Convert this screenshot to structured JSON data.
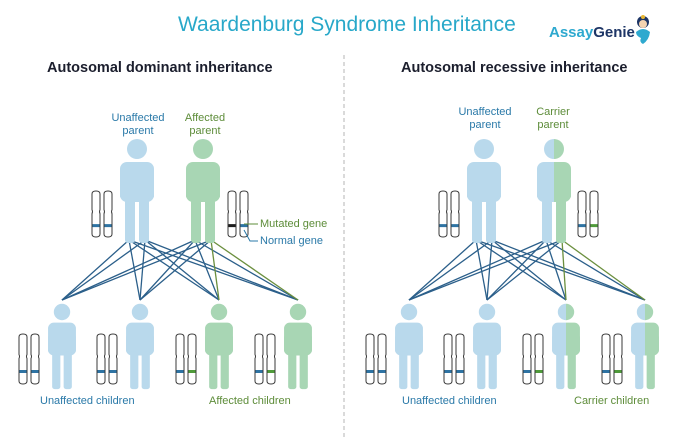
{
  "title": "Waardenburg Syndrome Inheritance",
  "logo": {
    "part1": "Assay",
    "part2": "Genie"
  },
  "dominant": {
    "heading": "Autosomal dominant inheritance",
    "parent_left_label": [
      "Unaffected",
      "parent"
    ],
    "parent_right_label": [
      "Affected",
      "parent"
    ],
    "legend_mutated": "Mutated gene",
    "legend_normal": "Normal gene",
    "children_left_label": "Unaffected children",
    "children_right_label": "Affected children"
  },
  "recessive": {
    "heading": "Autosomal recessive inheritance",
    "parent_left_label": [
      "Unaffected",
      "parent"
    ],
    "parent_right_label": [
      "Carrier",
      "parent"
    ],
    "children_left_label": "Unaffected children",
    "children_right_label": "Carrier children"
  },
  "colors": {
    "title": "#28a8c9",
    "unaffected_body": "#b9d9ec",
    "affected_body": "#a8d6b4",
    "blue_line": "#2b5f8a",
    "green_line": "#6b8f3e",
    "blue_text": "#2a79a8",
    "green_text": "#5d8c39",
    "mutated_band": "#1c1c1c",
    "normal_band": "#2e73a3",
    "recessive_band": "#4f9a3a"
  }
}
